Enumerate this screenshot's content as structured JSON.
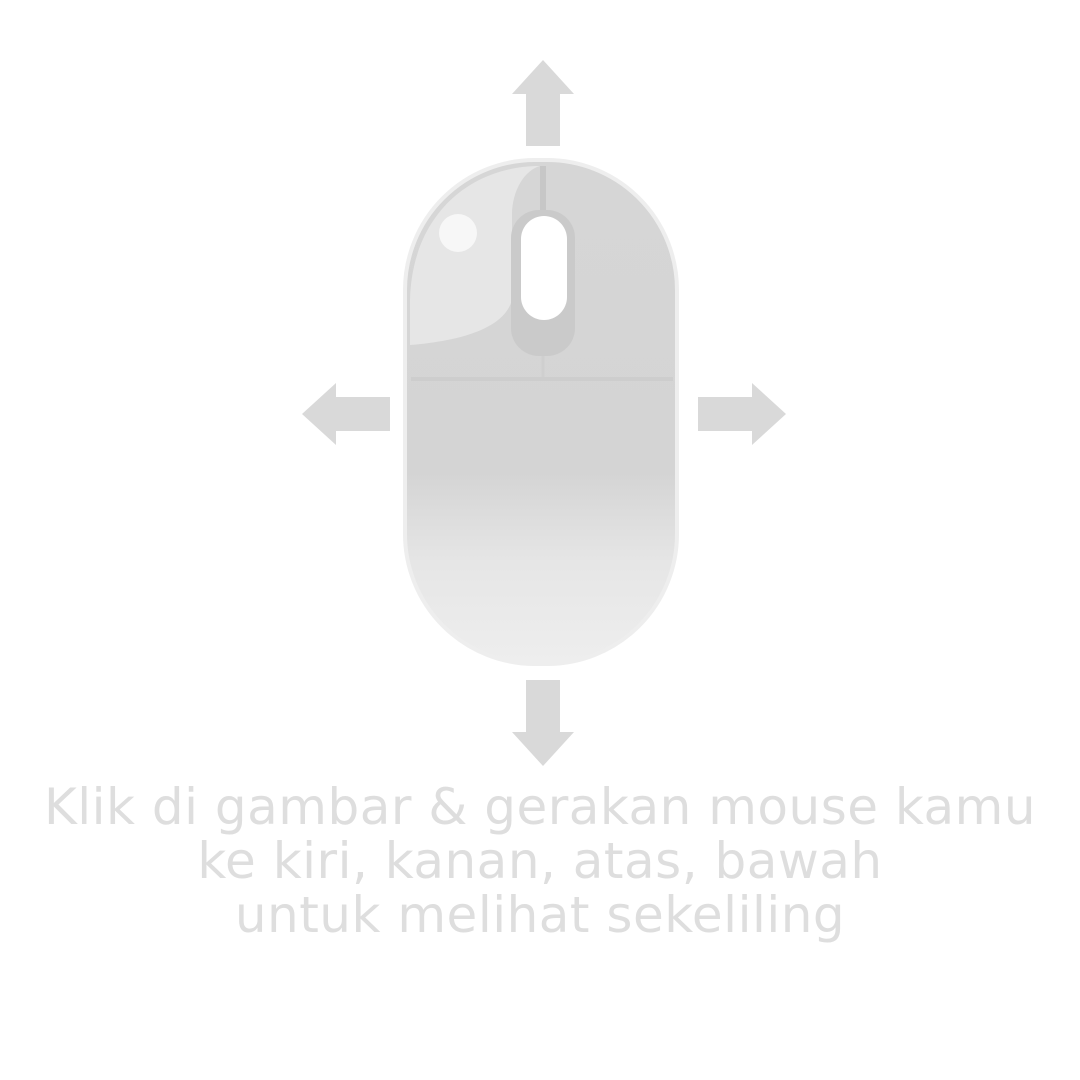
{
  "instruction": {
    "line1": "Klik di gambar & gerakan mouse kamu",
    "line2": "ke kiri, kanan, atas, bawah",
    "line3": "untuk melihat sekeliling"
  },
  "icons": {
    "mouse": "mouse-icon",
    "arrow_up": "arrow-up-icon",
    "arrow_down": "arrow-down-icon",
    "arrow_left": "arrow-left-icon",
    "arrow_right": "arrow-right-icon"
  },
  "colors": {
    "background": "#ffffff",
    "graphic": "#d9d9d9",
    "text": "#dedede"
  }
}
